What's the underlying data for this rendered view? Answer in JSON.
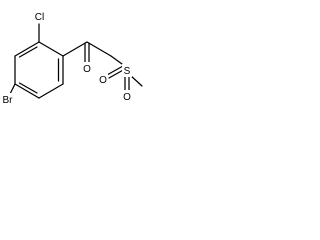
{
  "atoms": {
    "chlorine": "Cl",
    "bromine": "Br",
    "carbonyl_oxygen": "O",
    "sulfur": "S",
    "sulfonyl_oxygen_upper": "O",
    "sulfonyl_oxygen_lower": "O"
  },
  "colors": {
    "bond": "#000000",
    "label": "#000000",
    "background": "#ffffff"
  }
}
